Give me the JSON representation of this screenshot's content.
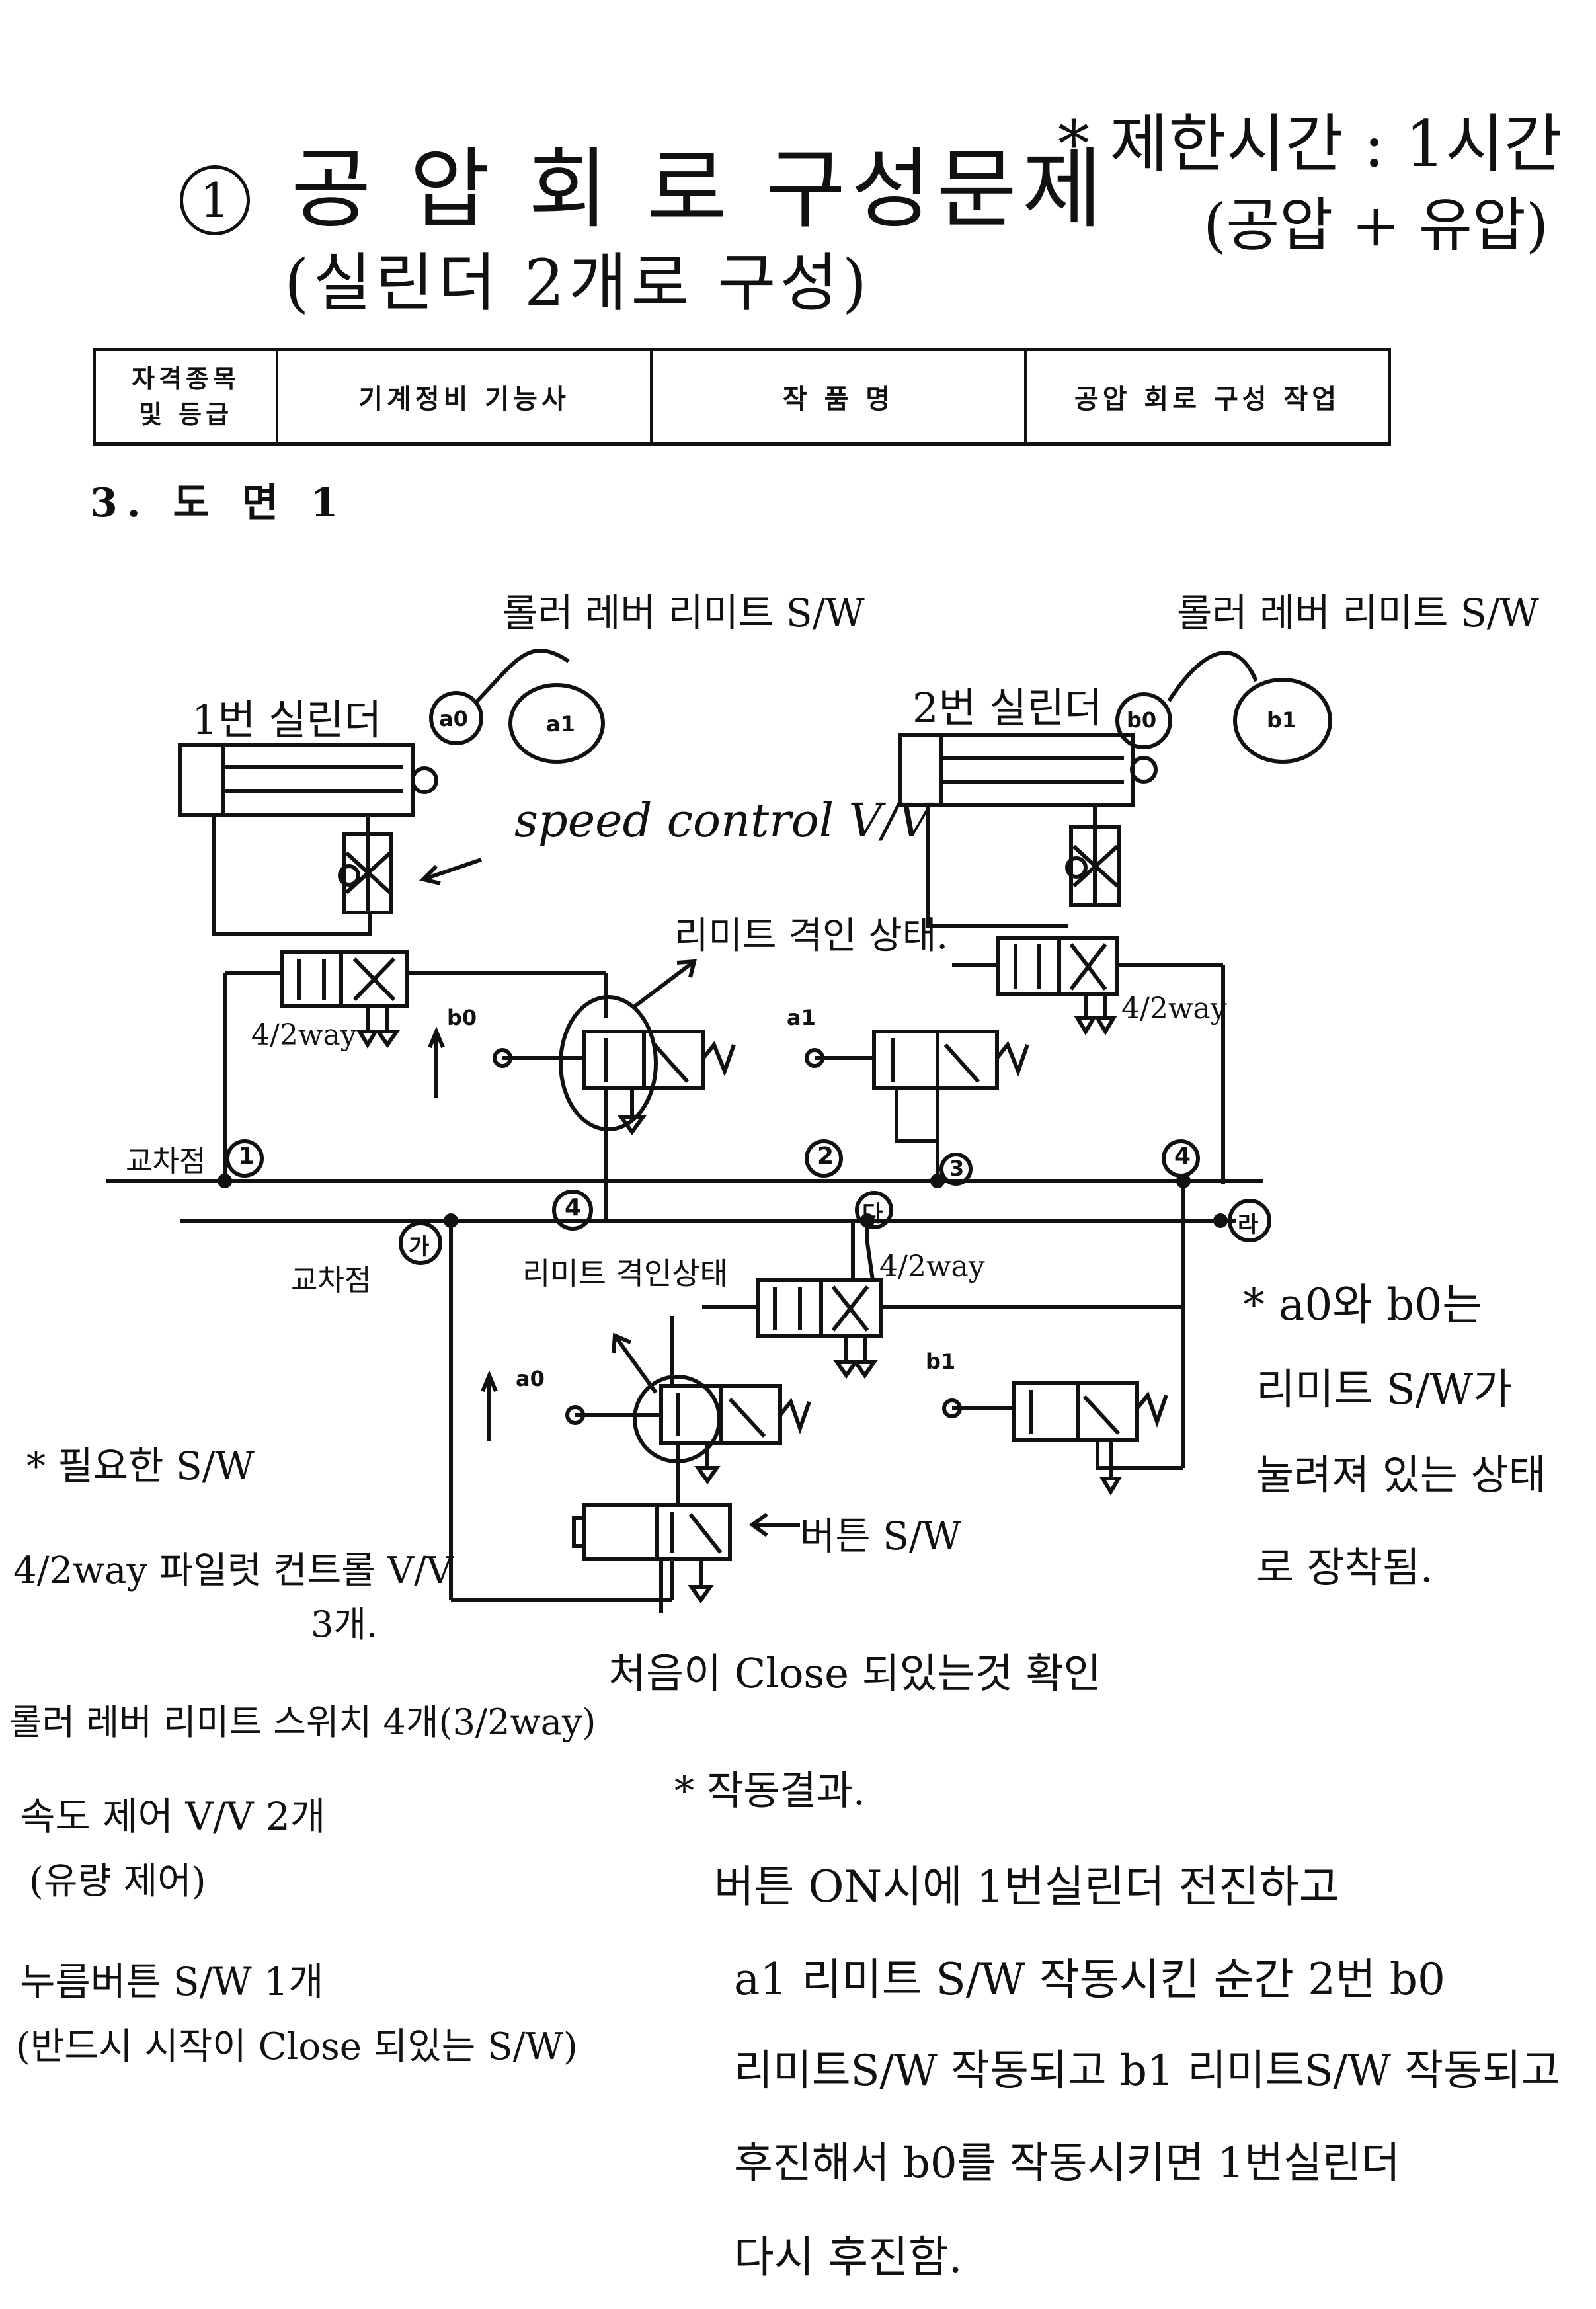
{
  "header": {
    "number": "1",
    "title": "공 압 회 로 구성문제",
    "subtitle": "(실린더 2개로 구성)",
    "time_limit": "* 제한시간 : 1시간",
    "time_note": "(공압 + 유압)"
  },
  "info_table": {
    "qualification_label_line1": "자격종목",
    "qualification_label_line2": "및 등급",
    "qualification_value": "기계정비 기능사",
    "work_label": "작 품 명",
    "work_value": "공압 회로 구성 작업"
  },
  "section_title": "3. 도 면 1",
  "circuit": {
    "cyl1_label": "1번 실린더",
    "cyl2_label": "2번 실린더",
    "roller_label_1": "롤러 레버 리미트 S/W",
    "roller_label_2": "롤러 레버 리미트 S/W",
    "a0": "a0",
    "a1": "a1",
    "b0": "b0",
    "b1": "b1",
    "speed_control": "speed control V/V",
    "limit_state": "리미트 격인 상태.",
    "limit_state_2": "리미트 격인상태",
    "valve_42_1": "4/2way",
    "valve_42_2": "4/2way",
    "valve_42_3": "4/2way",
    "junction_1": "교차점",
    "junction_2": "교차점",
    "junction_ga": "가",
    "junction_ra": "라",
    "junction_da": "다",
    "node_1": "1",
    "node_2": "2",
    "node_3": "3",
    "node_4a": "4",
    "node_4b": "4",
    "button_sw": "버튼 S/W",
    "button_note": "처음이 Close 되있는것 확인",
    "a0_label": "a0",
    "b0_label": "b0",
    "a1_label": "a1",
    "b1_label": "b1"
  },
  "right_note": {
    "line1": "* a0와 b0는",
    "line2": "리미트 S/W가",
    "line3": "눌려져 있는 상태",
    "line4": "로 장착됨."
  },
  "parts": {
    "title": "* 필요한 S/W",
    "item1": "4/2way 파일럿 컨트롤 V/V",
    "item1b": "3개.",
    "item2": "롤러 레버 리미트 스위치 4개(3/2way)",
    "item3": "속도 제어 V/V 2개",
    "item3b": "(유량 제어)",
    "item4": "누름버튼 S/W 1개",
    "item4b": "(반드시 시작이 Close 되있는 S/W)"
  },
  "result": {
    "title": "* 작동결과.",
    "line1": "버튼 ON시에 1번실린더 전진하고",
    "line2": "a1 리미트 S/W 작동시킨 순간 2번 b0",
    "line3": "리미트S/W 작동되고 b1 리미트S/W 작동되고",
    "line4": "후진해서 b0를 작동시키면 1번실린더",
    "line5": "다시 후진함."
  }
}
